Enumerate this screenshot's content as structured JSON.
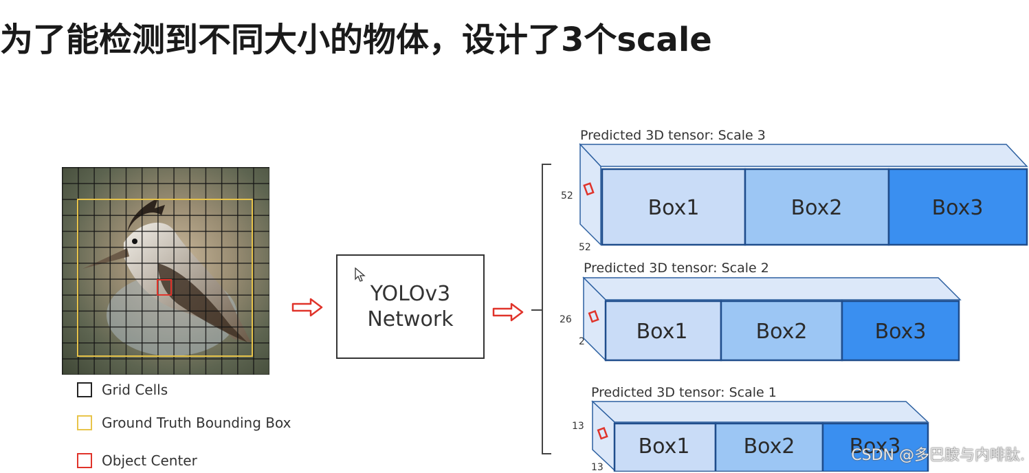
{
  "title": "为了能检测到不同大小的物体，设计了3个scale",
  "legend": {
    "grid_cells": "Grid Cells",
    "ground_truth": "Ground Truth Bounding Box",
    "object_center": "Object Center"
  },
  "network": {
    "line1": "YOLOv3",
    "line2": "Network"
  },
  "scales": [
    {
      "label": "Predicted 3D tensor: Scale 3",
      "dim_h": "52",
      "dim_w": "52",
      "boxes": [
        "Box1",
        "Box2",
        "Box3"
      ]
    },
    {
      "label": "Predicted 3D tensor: Scale 2",
      "dim_h": "26",
      "dim_w": "2",
      "boxes": [
        "Box1",
        "Box2",
        "Box3"
      ]
    },
    {
      "label": "Predicted 3D tensor: Scale 1",
      "dim_h": "13",
      "dim_w": "13",
      "boxes": [
        "Box1",
        "Box2",
        "Box3"
      ]
    }
  ],
  "watermark": "CSDN @多巴胺与内啡肽.",
  "colors": {
    "box1": "#c9dcf7",
    "box2": "#9cc6f4",
    "box3": "#3a8ff0",
    "ground_truth": "#e8c44a",
    "object_center": "#e0332a",
    "arrow": "#e0332a"
  }
}
